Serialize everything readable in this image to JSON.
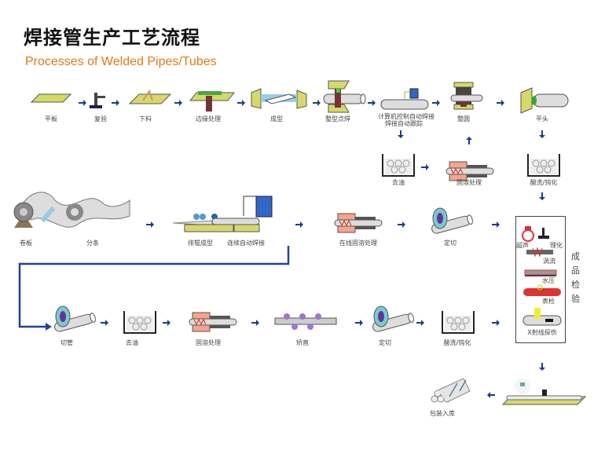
{
  "title": "焊接管生产工艺流程",
  "subtitle": "Processes of Welded Pipes/Tubes",
  "colors": {
    "accent": "#e07a14",
    "arrow": "#1f3a8a",
    "flowline": "#2340a0",
    "plate": "#d6d96a"
  },
  "row1": [
    "平板",
    "复验",
    "下料",
    "边缘处理",
    "成型",
    "整型点焊",
    "计算机控制自动焊接",
    "焊接自动跟踪",
    "整圆",
    "平头"
  ],
  "branch": [
    "去油",
    "固溶处理",
    "酸洗/钝化"
  ],
  "row2": [
    "卷板",
    "分条",
    "排辊成型",
    "连续自动焊接",
    "在线固溶处理",
    "定切"
  ],
  "row3": [
    "切管",
    "去油",
    "固溶处理",
    "矫直",
    "定切",
    "酸洗/钝化"
  ],
  "inspection": {
    "title": "成品检验",
    "items": [
      "超声",
      "理化",
      "涡流",
      "水压",
      "表检",
      "X射线探伤"
    ]
  },
  "final": "包装入库"
}
